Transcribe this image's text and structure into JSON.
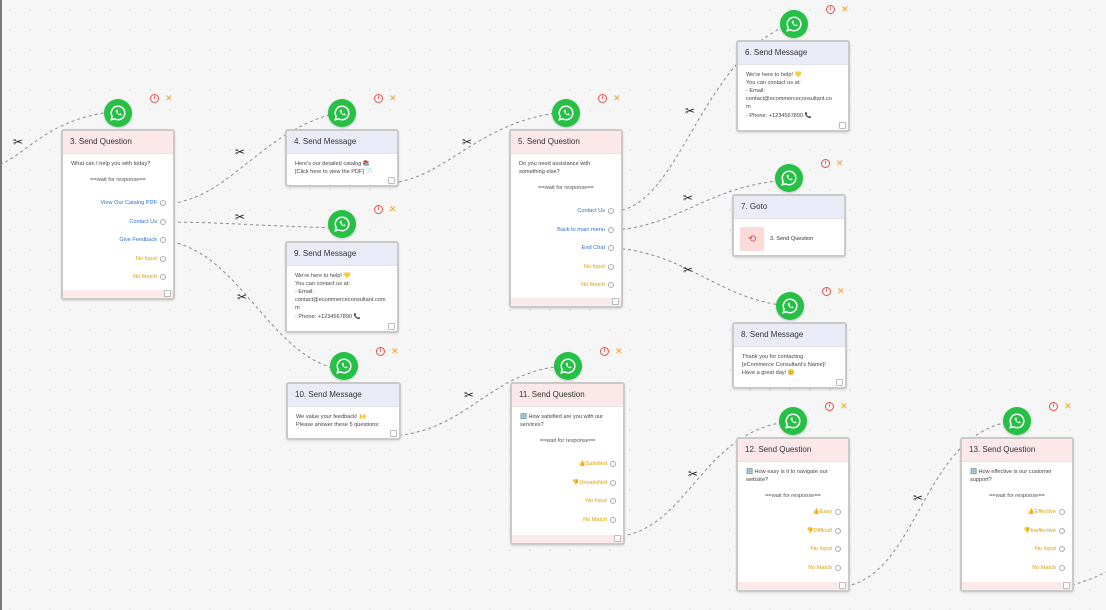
{
  "icons": {
    "whatsapp": "whatsapp-icon",
    "info": "info-icon",
    "close": "close-icon",
    "connector_cut": "scissors-icon",
    "goto": "loop-icon"
  },
  "colors": {
    "question_header": "#fce8e8",
    "message_header": "#e9ecf7",
    "option_blue": "#2f6fd6",
    "option_yellow": "#e0a000",
    "whatsapp_green": "#25c045"
  },
  "nodes": {
    "n3": {
      "title": "3. Send Question",
      "text": "What can I help you with today?",
      "wait": "==wait for response==",
      "options": [
        "View Our Catalog PDF",
        "Contact Us",
        "Give Feedback",
        "No Input",
        "No Match"
      ]
    },
    "n4": {
      "title": "4. Send Message",
      "lines": [
        "Here's our detailed catalog 📚",
        "[Click here to view the PDF] 📄"
      ]
    },
    "n9": {
      "title": "9. Send Message",
      "lines": [
        "We're here to help! 💛",
        "You can contact us at:",
        "- Email:",
        "contact@ecommerceconsultant.com",
        "m",
        "- Phone: +1234567890 📞"
      ]
    },
    "n10": {
      "title": "10. Send Message",
      "lines": [
        "We value your feedback! 🙌",
        "Please answer these 5 questions:"
      ]
    },
    "n5": {
      "title": "5. Send Question",
      "text": "Do you need assistance with something else?",
      "wait": "==wait for response==",
      "options": [
        "Contact Us",
        "Back to main menu",
        "End Chat",
        "No Input",
        "No Match"
      ]
    },
    "n11": {
      "title": "11. Send Question",
      "text": "🔢 How satisfied are you with our services?",
      "wait": "==wait for response==",
      "options": [
        "👍Satisfied",
        "👎Unsatisfied",
        "No Input",
        "No Match"
      ]
    },
    "n6": {
      "title": "6. Send Message",
      "lines": [
        "We're here to help! 💛",
        "You can contact us at:",
        "- Email:",
        "contact@ecommerceconsultant.co",
        "m",
        "- Phone: +1234567890 📞"
      ]
    },
    "n7": {
      "title": "7. Goto",
      "target": "3. Send Question"
    },
    "n8": {
      "title": "8. Send Message",
      "lines": [
        "Thank you for contacting",
        "[eCommerce Consultant's Name]!",
        "Have a great day! 😊"
      ]
    },
    "n12": {
      "title": "12. Send Question",
      "text": "🔢 How easy is it to navigate our website?",
      "wait": "==wait for response==",
      "options": [
        "👍Easy",
        "👎Difficult",
        "No Input",
        "No Match"
      ]
    },
    "n13": {
      "title": "13. Send Question",
      "text": "🔢 How effective is our customer support?",
      "wait": "==wait for response==",
      "options": [
        "👍Effective",
        "👎Ineffective",
        "No Input",
        "No Match"
      ]
    }
  }
}
